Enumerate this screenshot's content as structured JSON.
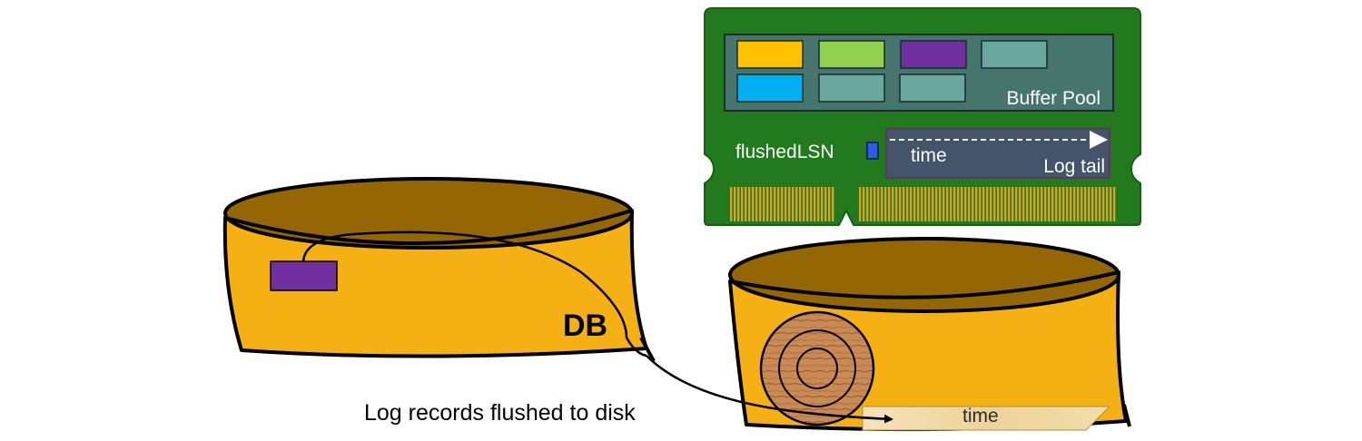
{
  "memory": {
    "buffer_pool_label": "Buffer Pool",
    "flushed_lsn_label": "flushedLSN",
    "log_tail_label": "Log tail",
    "log_time_label": "time",
    "pages": [
      {
        "color": "#FFC000"
      },
      {
        "color": "#92D050"
      },
      {
        "color": "#7030A0"
      },
      {
        "color": "#6AA89F"
      },
      {
        "color": "#00B0F0"
      },
      {
        "color": "#6AA89F"
      },
      {
        "color": "#6AA89F"
      }
    ],
    "board_color": "#237A1E",
    "pool_color": "#46756E",
    "log_tail_color": "#44546A",
    "lsn_marker_color": "#2F5CE6"
  },
  "db": {
    "label": "DB",
    "page_color": "#7030A0",
    "fill_color": "#F5B014",
    "top_color": "#946604"
  },
  "log_disk": {
    "time_label": "time"
  },
  "flush_caption": "Log records flushed to disk"
}
